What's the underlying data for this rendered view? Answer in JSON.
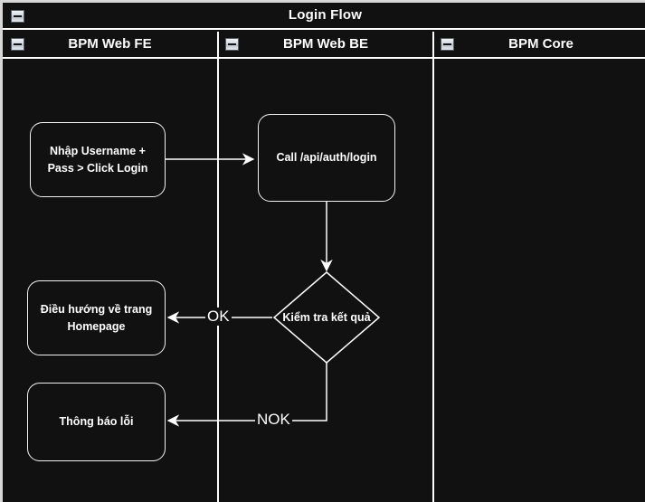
{
  "pool": {
    "title": "Login Flow",
    "collapse_icon": "collapse-minus-icon"
  },
  "lanes": [
    {
      "id": "bpm-web-fe",
      "label": "BPM Web FE",
      "collapse_icon": "collapse-minus-icon"
    },
    {
      "id": "bpm-web-be",
      "label": "BPM Web BE",
      "collapse_icon": "collapse-minus-icon"
    },
    {
      "id": "bpm-core",
      "label": "BPM Core",
      "collapse_icon": "collapse-minus-icon"
    }
  ],
  "nodes": [
    {
      "id": "enter-credentials",
      "lane": "bpm-web-fe",
      "type": "task",
      "label": "Nhập Username +\nPass > Click Login"
    },
    {
      "id": "call-login-api",
      "lane": "bpm-web-be",
      "type": "task",
      "label": "Call /api/auth/login"
    },
    {
      "id": "check-result",
      "lane": "bpm-web-be",
      "type": "decision",
      "label": "Kiểm tra kết quả"
    },
    {
      "id": "redirect-homepage",
      "lane": "bpm-web-fe",
      "type": "task",
      "label": "Điều hướng về trang\nHomepage"
    },
    {
      "id": "show-error",
      "lane": "bpm-web-fe",
      "type": "task",
      "label": "Thông báo lỗi"
    }
  ],
  "edges": [
    {
      "id": "edge-enter-to-call",
      "from": "enter-credentials",
      "to": "call-login-api",
      "label": ""
    },
    {
      "id": "edge-call-to-check",
      "from": "call-login-api",
      "to": "check-result",
      "label": ""
    },
    {
      "id": "edge-check-ok",
      "from": "check-result",
      "to": "redirect-homepage",
      "label": "OK"
    },
    {
      "id": "edge-check-nok",
      "from": "check-result",
      "to": "show-error",
      "label": "NOK"
    }
  ],
  "colors": {
    "background": "#111111",
    "stroke": "#ffffff",
    "text": "#ffffff",
    "frame": "#d7d7d7"
  }
}
